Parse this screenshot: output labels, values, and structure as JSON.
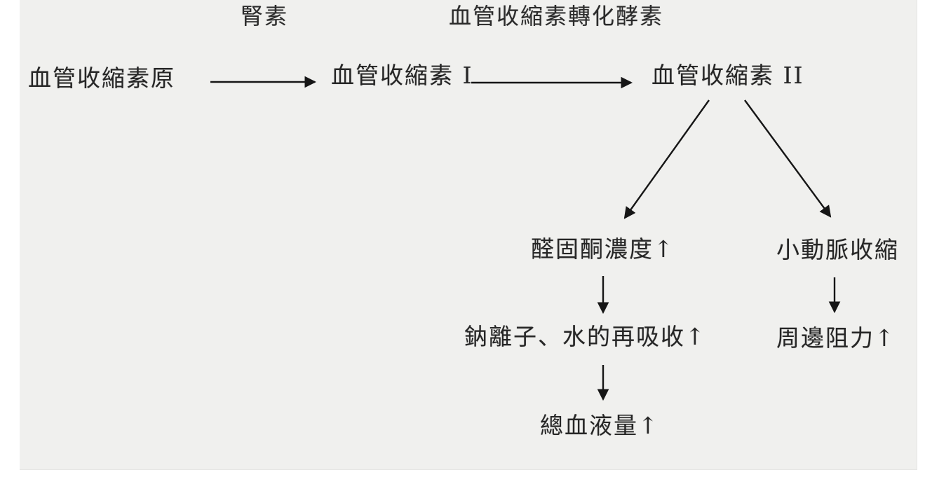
{
  "diagram": {
    "description": "Renin-angiotensin-aldosterone system flowchart (Traditional Chinese)",
    "enzymes": {
      "renin": "腎素",
      "ace": "血管收縮素轉化酵素"
    },
    "nodes": {
      "angiotensinogen": "血管收縮素原",
      "angiotensin1": "血管收縮素 I",
      "angiotensin2": "血管收縮素 II",
      "aldosterone": "醛固酮濃度↑",
      "arteriole_constriction": "小動脈收縮",
      "na_water_reabsorption": "鈉離子、水的再吸收↑",
      "peripheral_resistance": "周邊阻力↑",
      "total_blood_volume": "總血液量↑"
    },
    "edges": [
      {
        "from": "angiotensinogen",
        "to": "angiotensin1",
        "label": "腎素"
      },
      {
        "from": "angiotensin1",
        "to": "angiotensin2",
        "label": "血管收縮素轉化酵素"
      },
      {
        "from": "angiotensin2",
        "to": "aldosterone",
        "label": ""
      },
      {
        "from": "angiotensin2",
        "to": "arteriole_constriction",
        "label": ""
      },
      {
        "from": "aldosterone",
        "to": "na_water_reabsorption",
        "label": ""
      },
      {
        "from": "arteriole_constriction",
        "to": "peripheral_resistance",
        "label": ""
      },
      {
        "from": "na_water_reabsorption",
        "to": "total_blood_volume",
        "label": ""
      }
    ],
    "colors": {
      "page_bg": "#ffffff",
      "panel_bg": "#f0f0ee",
      "text": "#262626",
      "arrow": "#161616"
    }
  }
}
